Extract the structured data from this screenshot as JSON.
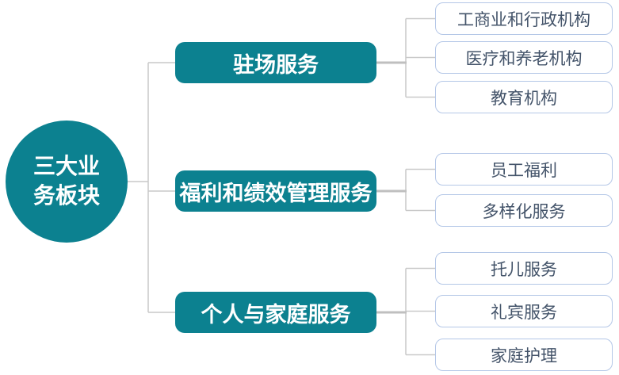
{
  "diagram": {
    "root": {
      "label": "三大业务板块"
    },
    "branches": [
      {
        "label": "驻场服务",
        "children": [
          {
            "label": "工商业和行政机构"
          },
          {
            "label": "医疗和养老机构"
          },
          {
            "label": "教育机构"
          }
        ]
      },
      {
        "label": "福利和绩效管理服务",
        "children": [
          {
            "label": "员工福利"
          },
          {
            "label": "多样化服务"
          }
        ]
      },
      {
        "label": "个人与家庭服务",
        "children": [
          {
            "label": "托儿服务"
          },
          {
            "label": "礼宾服务"
          },
          {
            "label": "家庭护理"
          }
        ]
      }
    ],
    "colors": {
      "node_fill": "#0C8190",
      "node_text": "#FFFFFF",
      "leaf_border": "#B4C7E7",
      "leaf_text": "#44546A",
      "connector_thin": "#C9C9C9",
      "connector_thick": "#BFBFBF",
      "background": "#FFFFFF"
    }
  }
}
